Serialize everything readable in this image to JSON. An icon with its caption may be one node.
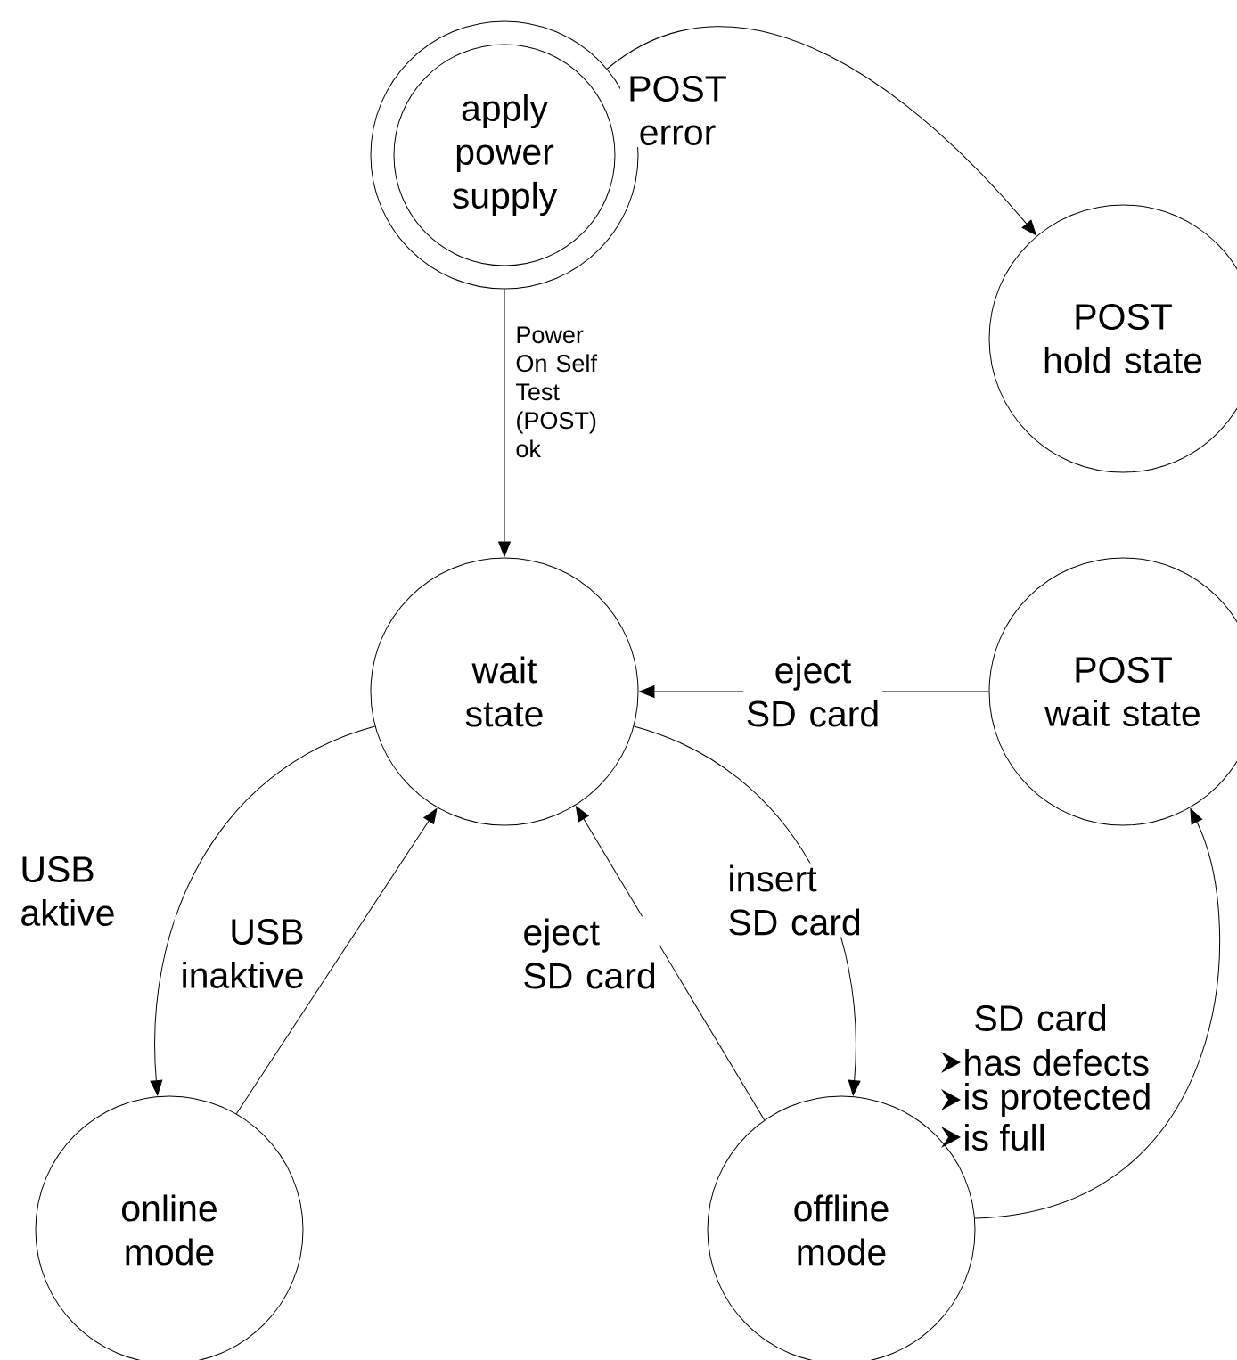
{
  "diagram": {
    "nodes": [
      {
        "text": [
          "apply power supply"
        ]
      },
      {
        "text": [
          "POST hold state"
        ]
      },
      {
        "text": [
          "wait state"
        ]
      },
      {
        "text": [
          "POST wait state"
        ]
      },
      {
        "text": [
          "online mode"
        ]
      },
      {
        "text": [
          "offline mode"
        ]
      }
    ],
    "edges": [
      {
        "from": 0,
        "to": 1,
        "arrow": "to",
        "label": "POST error"
      },
      {
        "from": 0,
        "to": 2,
        "arrow": "to",
        "label": "Power On Self Test (POST) ok"
      },
      {
        "from": 3,
        "to": 2,
        "arrow": "to",
        "label": "eject SD card"
      },
      {
        "from": 2,
        "to": 4,
        "arrow": "to",
        "label": "USB aktive"
      },
      {
        "from": 4,
        "to": 2,
        "arrow": "to",
        "label": "USB inaktive"
      },
      {
        "from": 5,
        "to": 2,
        "arrow": "to",
        "label": "eject SD card"
      },
      {
        "from": 2,
        "to": 5,
        "arrow": "to",
        "label": "insert SD card"
      },
      {
        "from": 5,
        "to": 3,
        "arrow": "to",
        "label": "SD card"
      }
    ],
    "labels": [
      "has defects",
      "is protected",
      "is full"
    ]
  }
}
